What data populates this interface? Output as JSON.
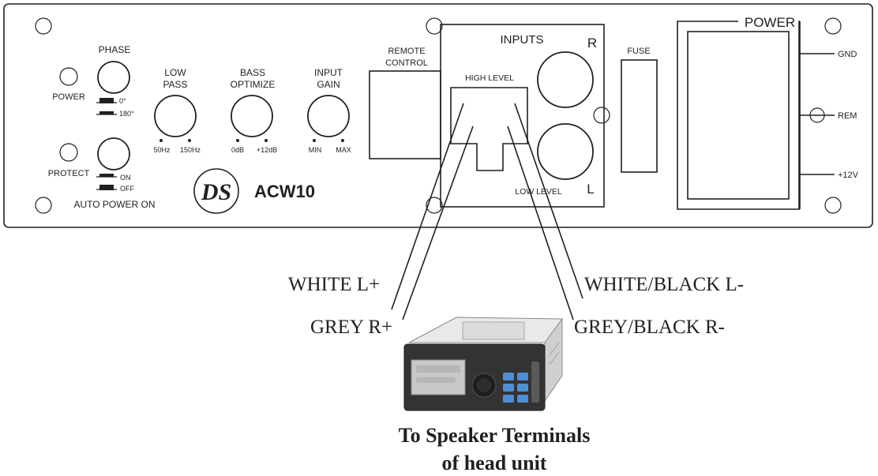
{
  "panel": {
    "model": "ACW10",
    "logo_text": "DS",
    "power_led": "POWER",
    "protect_led": "PROTECT",
    "phase": {
      "label": "PHASE",
      "opt1": "0°",
      "opt2": "180°"
    },
    "auto_power": {
      "label": "AUTO POWER ON",
      "on": "ON",
      "off": "OFF"
    },
    "low_pass": {
      "line1": "LOW",
      "line2": "PASS",
      "min": "50Hz",
      "max": "150Hz"
    },
    "bass": {
      "line1": "BASS",
      "line2": "OPTIMIZE",
      "min": "0dB",
      "max": "+12dB"
    },
    "gain": {
      "line1": "INPUT",
      "line2": "GAIN",
      "min": "MIN",
      "max": "MAX"
    },
    "remote": {
      "line1": "REMOTE",
      "line2": "CONTROL"
    },
    "inputs": {
      "title": "INPUTS",
      "high_level": "HIGH  LEVEL",
      "low_level": "LOW  LEVEL",
      "right": "R",
      "left": "L"
    },
    "fuse": "FUSE",
    "power": {
      "title": "POWER",
      "gnd": "GND",
      "rem": "REM",
      "v12": "+12V"
    }
  },
  "wires": {
    "white_l_plus": "WHITE L+",
    "grey_r_plus": "GREY R+",
    "white_black_l_minus": "WHITE/BLACK L-",
    "grey_black_r_minus": "GREY/BLACK R-"
  },
  "head_unit": {
    "caption_line1": "To Speaker Terminals",
    "caption_line2": "of head unit"
  }
}
